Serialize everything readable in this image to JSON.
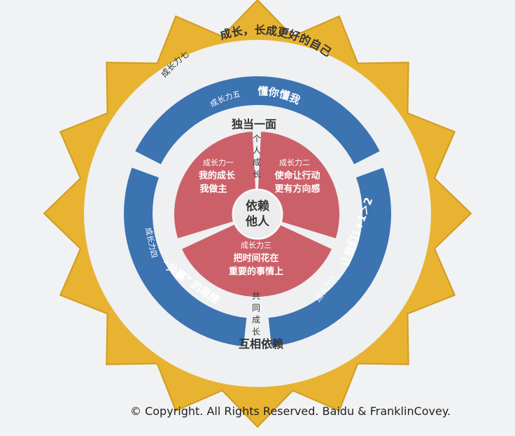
{
  "outer": {
    "label": "成长力七",
    "title": "成长，长成更好的自己"
  },
  "blue": {
    "top_label": "成长力五",
    "top_title": "懂你懂我",
    "top_center": "独当一面",
    "left_label": "成长力四",
    "left_quote_open": "“",
    "left_quote_word": "共赢",
    "left_quote_close": "”",
    "left_rest": "的思维",
    "right_label": "成长力六",
    "right_title": "让我们1+1＞2",
    "bottom_center": "互相依赖"
  },
  "red": {
    "s1_label": "成长力一",
    "s1_line1": "我的成长",
    "s1_line2": "我做主",
    "s2_label": "成长力二",
    "s2_line1": "使命让行动",
    "s2_line2": "更有方向感",
    "s3_label": "成长力三",
    "s3_line1": "把时间花在",
    "s3_line2": "重要的事情上"
  },
  "center": {
    "line1": "依赖",
    "line2": "他人"
  },
  "gaps": {
    "top": [
      "个",
      "人",
      "成",
      "长"
    ],
    "bottom": [
      "共",
      "同",
      "成",
      "长"
    ]
  },
  "colors": {
    "background": "#f1f2f3",
    "gold": "#e7b331",
    "gold_edge": "#d29b1f",
    "ring_light": "#eef0f2",
    "blue": "#3c73b1",
    "red": "#cc6069",
    "center": "#ececec",
    "text_dark": "#333333",
    "text_white": "#ffffff"
  },
  "footer": {
    "copyright": "© Copyright. All Rights Reserved. Baidu & FranklinCovey."
  }
}
